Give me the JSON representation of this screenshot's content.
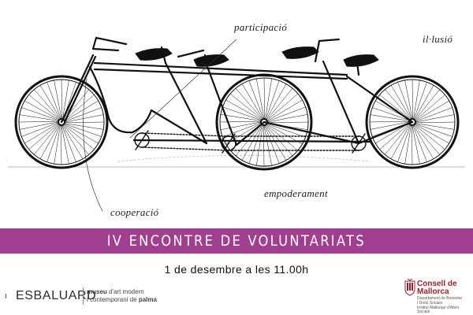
{
  "annotations": {
    "participacio": "participació",
    "illusio": "il·lusió",
    "empoderament": "empoderament",
    "cooperacio": "cooperació"
  },
  "event": {
    "title": "IV ENCONTRE DE VOLUNTARIATS",
    "date": "1 de desembre a les 11.00h"
  },
  "footer": {
    "esbaluard_logo": "ESBALUARD",
    "museum_line1_bold": "museu",
    "museum_line1_rest": " d'art modern",
    "museum_line2_rest": "i contemporani de ",
    "museum_line2_bold": "palma",
    "consell_line1": "Consell de",
    "consell_line2": "Mallorca",
    "department_line1": "Departament de Benestar",
    "department_line2": "i Drets Socials",
    "department_line3": "Institut Mallorquí d'Afers Socials"
  },
  "colors": {
    "band": "#a03f8f",
    "consell": "#9b1f2e"
  }
}
